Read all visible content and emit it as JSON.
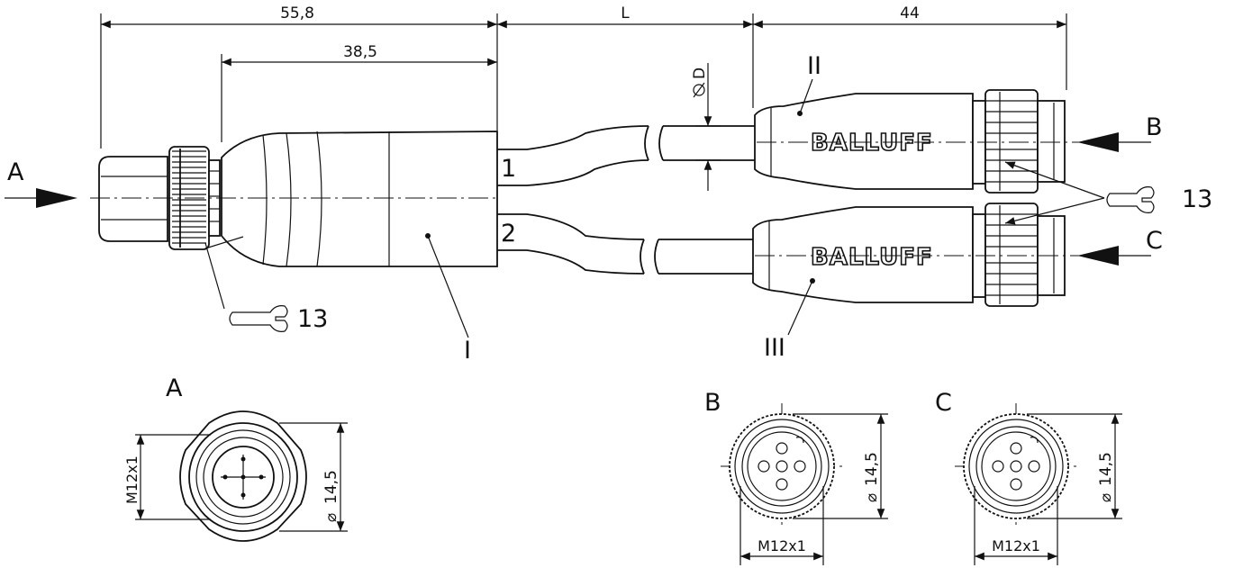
{
  "dimensions": {
    "overall_left": "55,8",
    "body_length": "38,5",
    "cable_length": "L",
    "right_connector": "44",
    "cable_diameter": "D",
    "thread": "M12x1",
    "outer_diameter": "14,5"
  },
  "labels": {
    "view_a": "A",
    "view_b": "B",
    "view_c": "C",
    "part_i": "I",
    "part_ii": "II",
    "part_iii": "III",
    "wire_1": "1",
    "wire_2": "2",
    "torque": "13"
  },
  "brand": "BALLUFF",
  "icons": [
    "wrench-icon",
    "arrow-icon",
    "diameter-icon"
  ]
}
